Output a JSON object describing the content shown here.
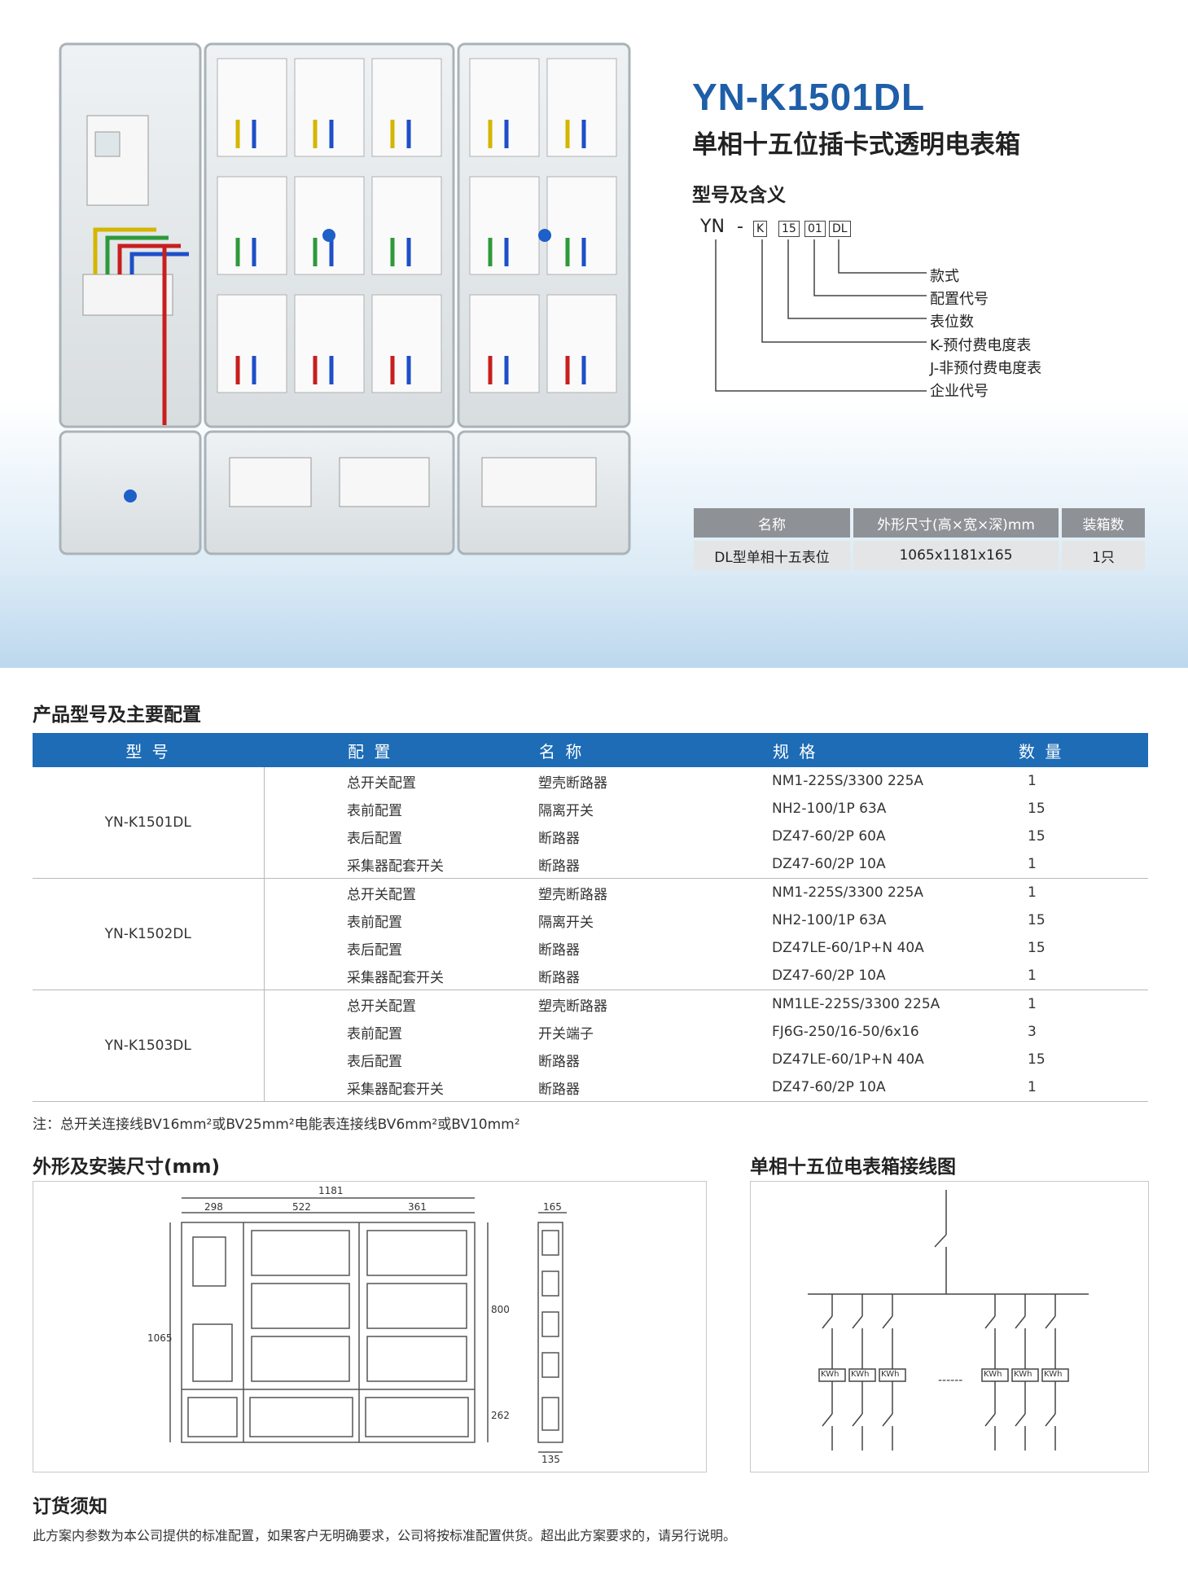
{
  "header": {
    "model": "YN-K1501DL",
    "name": "单相十五位插卡式透明电表箱"
  },
  "model_meaning": {
    "title": "型号及含义",
    "code_prefix": "YN",
    "code_dash": "-",
    "code_parts": [
      "K",
      "15",
      "01",
      "DL"
    ],
    "labels": [
      "款式",
      "配置代号",
      "表位数",
      "K-预付费电度表",
      "J-非预付费电度表",
      "企业代号"
    ]
  },
  "spec_table": {
    "headers": [
      "名称",
      "外形尺寸(高×宽×深)mm",
      "装箱数"
    ],
    "row": [
      "DL型单相十五表位",
      "1065x1181x165",
      "1只"
    ]
  },
  "config": {
    "title": "产品型号及主要配置",
    "headers": [
      "型 号",
      "配 置",
      "名 称",
      "规 格",
      "数 量"
    ],
    "groups": [
      {
        "model": "YN-K1501DL",
        "rows": [
          [
            "总开关配置",
            "塑壳断路器",
            "NM1-225S/3300 225A",
            "1"
          ],
          [
            "表前配置",
            "隔离开关",
            "NH2-100/1P  63A",
            "15"
          ],
          [
            "表后配置",
            "断路器",
            "DZ47-60/2P  60A",
            "15"
          ],
          [
            "采集器配套开关",
            "断路器",
            "DZ47-60/2P  10A",
            "1"
          ]
        ]
      },
      {
        "model": "YN-K1502DL",
        "rows": [
          [
            "总开关配置",
            "塑壳断路器",
            "NM1-225S/3300 225A",
            "1"
          ],
          [
            "表前配置",
            "隔离开关",
            "NH2-100/1P 63A",
            "15"
          ],
          [
            "表后配置",
            "断路器",
            "DZ47LE-60/1P+N 40A",
            "15"
          ],
          [
            "采集器配套开关",
            "断路器",
            "DZ47-60/2P 10A",
            "1"
          ]
        ]
      },
      {
        "model": "YN-K1503DL",
        "rows": [
          [
            "总开关配置",
            "塑壳断路器",
            "NM1LE-225S/3300 225A",
            "1"
          ],
          [
            "表前配置",
            "开关端子",
            "FJ6G-250/16-50/6x16",
            "3"
          ],
          [
            "表后配置",
            "断路器",
            "DZ47LE-60/1P+N  40A",
            "15"
          ],
          [
            "采集器配套开关",
            "断路器",
            "DZ47-60/2P  10A",
            "1"
          ]
        ]
      }
    ]
  },
  "note": "注：总开关连接线BV16mm²或BV25mm²电能表连接线BV6mm²或BV10mm²",
  "dimensions": {
    "title": "外形及安装尺寸(mm)",
    "total_width": "1181",
    "widths": [
      "298",
      "522",
      "361"
    ],
    "height": "1065",
    "upper_height": "800",
    "lower_height": "262",
    "depth": "165",
    "depth_bottom": "135"
  },
  "wiring": {
    "title": "单相十五位电表箱接线图",
    "meter_label": "KWh",
    "ellipsis": "------"
  },
  "order": {
    "title": "订货须知",
    "text": "此方案内参数为本公司提供的标准配置，如果客户无明确要求，公司将按标准配置供货。超出此方案要求的，请另行说明。"
  },
  "colors": {
    "brand_blue": "#1f5ea8",
    "table_header": "#1d6cb5",
    "spec_header": "#8e9296"
  }
}
